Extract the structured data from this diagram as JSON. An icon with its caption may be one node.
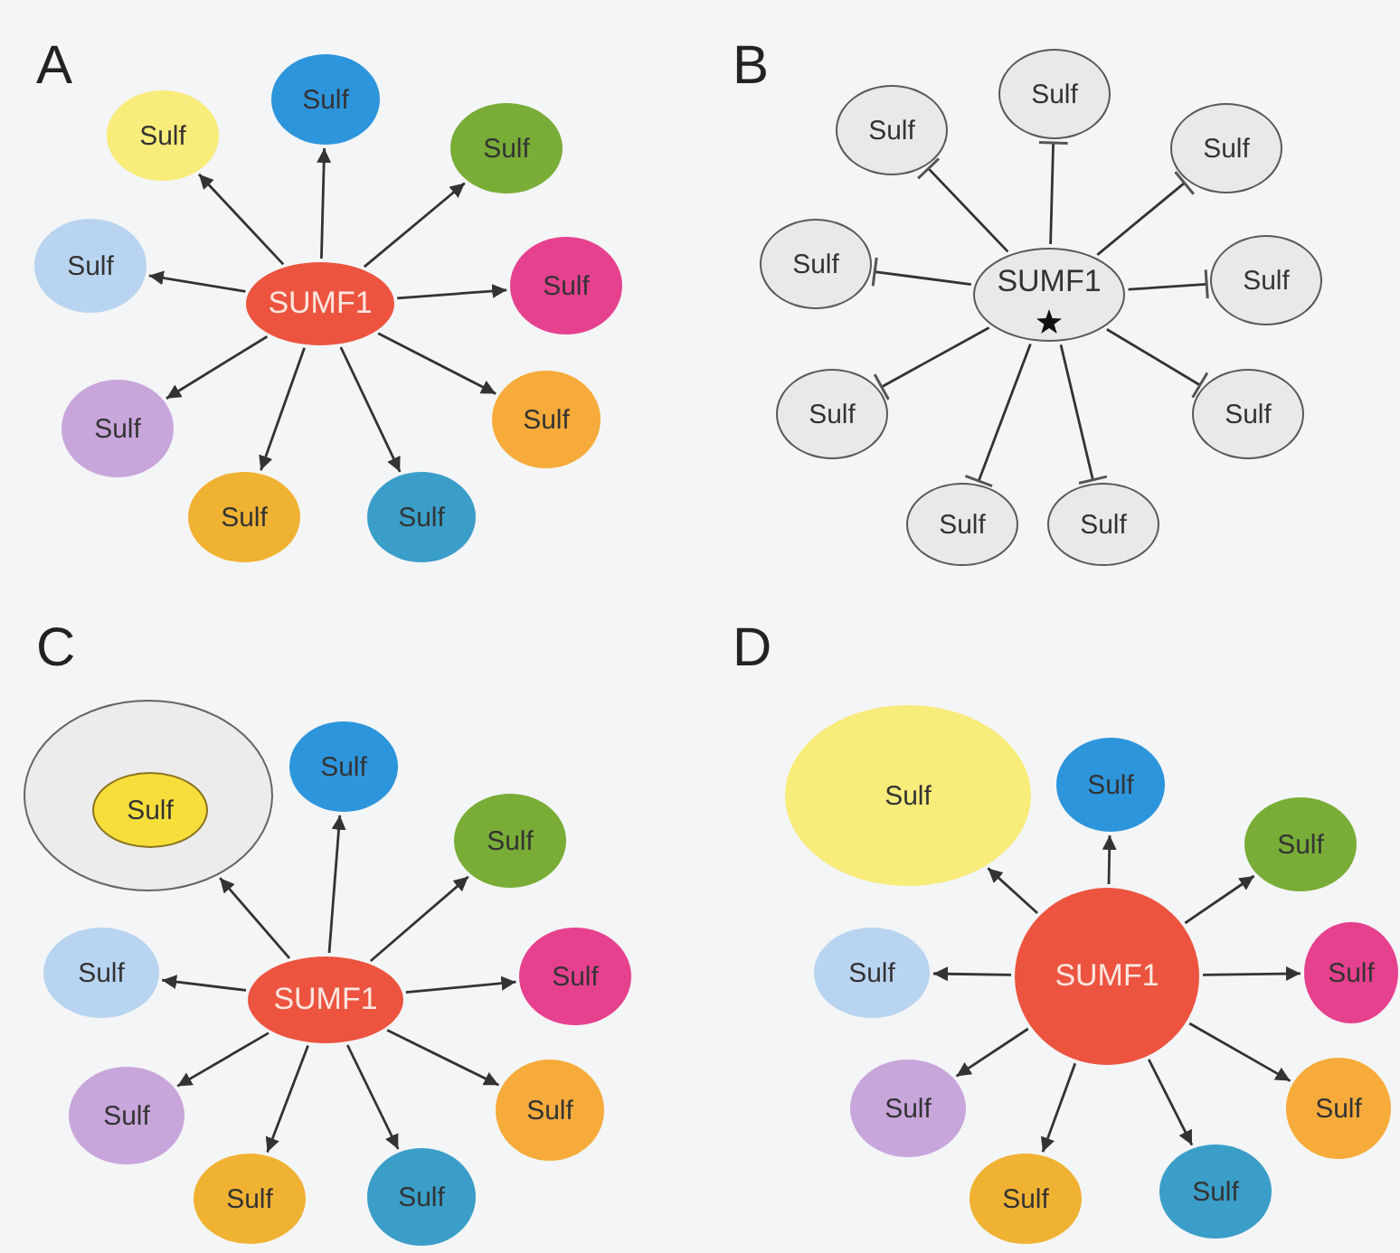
{
  "diagram": {
    "nodes": [
      {
        "text": [
          "SUMF1"
        ]
      },
      {
        "text": [
          "Sulf"
        ]
      },
      {
        "text": [
          "Sulf"
        ]
      },
      {
        "text": [
          "Sulf"
        ]
      },
      {
        "text": [
          "Sulf"
        ]
      },
      {
        "text": [
          "Sulf"
        ]
      },
      {
        "text": [
          "Sulf"
        ]
      },
      {
        "text": [
          "Sulf"
        ]
      },
      {
        "text": [
          "Sulf"
        ]
      },
      {
        "text": [
          "Sulf"
        ]
      },
      {
        "text": [
          "SUMF1"
        ]
      },
      {
        "text": [
          "Sulf"
        ]
      },
      {
        "text": [
          "Sulf"
        ]
      },
      {
        "text": [
          "Sulf"
        ]
      },
      {
        "text": [
          "Sulf"
        ]
      },
      {
        "text": [
          "Sulf"
        ]
      },
      {
        "text": [
          "Sulf"
        ]
      },
      {
        "text": [
          "Sulf"
        ]
      },
      {
        "text": [
          "Sulf"
        ]
      },
      {
        "text": [
          "Sulf"
        ]
      },
      {
        "text": [
          "SUMF1"
        ]
      },
      {
        "text": [],
        "shape": "circle"
      },
      {
        "text": [
          "Sulf"
        ],
        "in": 21
      },
      {
        "text": [
          "Sulf"
        ]
      },
      {
        "text": [
          "Sulf"
        ]
      },
      {
        "text": [
          "Sulf"
        ]
      },
      {
        "text": [
          "Sulf"
        ]
      },
      {
        "text": [
          "Sulf"
        ]
      },
      {
        "text": [
          "Sulf"
        ]
      },
      {
        "text": [
          "Sulf"
        ]
      },
      {
        "text": [
          "Sulf"
        ]
      },
      {
        "text": [
          "SUMF1"
        ]
      },
      {
        "text": [
          "Sulf"
        ]
      },
      {
        "text": [
          "Sulf"
        ]
      },
      {
        "text": [
          "Sulf"
        ]
      },
      {
        "text": [
          "Sulf"
        ]
      },
      {
        "text": [
          "Sulf"
        ]
      },
      {
        "text": [
          "Sulf"
        ]
      },
      {
        "text": [
          "Sulf"
        ]
      },
      {
        "text": [
          "Sulf"
        ]
      },
      {
        "text": [
          "Sulf"
        ]
      }
    ],
    "edges": [
      {
        "from": 0,
        "to": 1,
        "arrow": "to"
      },
      {
        "from": 0,
        "to": 2,
        "arrow": "to"
      },
      {
        "from": 0,
        "to": 3,
        "arrow": "to"
      },
      {
        "from": 0,
        "to": 4,
        "arrow": "to"
      },
      {
        "from": 0,
        "to": 5,
        "arrow": "to"
      },
      {
        "from": 0,
        "to": 6,
        "arrow": "to"
      },
      {
        "from": 0,
        "to": 7,
        "arrow": "to"
      },
      {
        "from": 0,
        "to": 8,
        "arrow": "to"
      },
      {
        "from": 0,
        "to": 9,
        "arrow": "to"
      },
      {
        "from": 10,
        "to": 11,
        "arrow": "other"
      },
      {
        "from": 10,
        "to": 12,
        "arrow": "other"
      },
      {
        "from": 10,
        "to": 13,
        "arrow": "other"
      },
      {
        "from": 10,
        "to": 14,
        "arrow": "other"
      },
      {
        "from": 10,
        "to": 15,
        "arrow": "other"
      },
      {
        "from": 10,
        "to": 16,
        "arrow": "other"
      },
      {
        "from": 10,
        "to": 17,
        "arrow": "other"
      },
      {
        "from": 10,
        "to": 18,
        "arrow": "other"
      },
      {
        "from": 10,
        "to": 19,
        "arrow": "other"
      },
      {
        "from": 20,
        "to": 21,
        "arrow": "to"
      },
      {
        "from": 20,
        "to": 23,
        "arrow": "to"
      },
      {
        "from": 20,
        "to": 24,
        "arrow": "to"
      },
      {
        "from": 20,
        "to": 25,
        "arrow": "to"
      },
      {
        "from": 20,
        "to": 26,
        "arrow": "to"
      },
      {
        "from": 20,
        "to": 27,
        "arrow": "to"
      },
      {
        "from": 20,
        "to": 28,
        "arrow": "to"
      },
      {
        "from": 20,
        "to": 29,
        "arrow": "to"
      },
      {
        "from": 20,
        "to": 30,
        "arrow": "to"
      },
      {
        "from": 31,
        "to": 32,
        "arrow": "to"
      },
      {
        "from": 31,
        "to": 33,
        "arrow": "to"
      },
      {
        "from": 31,
        "to": 34,
        "arrow": "to"
      },
      {
        "from": 31,
        "to": 35,
        "arrow": "to"
      },
      {
        "from": 31,
        "to": 36,
        "arrow": "to"
      },
      {
        "from": 31,
        "to": 37,
        "arrow": "to"
      },
      {
        "from": 31,
        "to": 38,
        "arrow": "to"
      },
      {
        "from": 31,
        "to": 39,
        "arrow": "to"
      },
      {
        "from": 31,
        "to": 40,
        "arrow": "to"
      }
    ],
    "labels": [
      "A",
      "B",
      "C",
      "D"
    ]
  }
}
